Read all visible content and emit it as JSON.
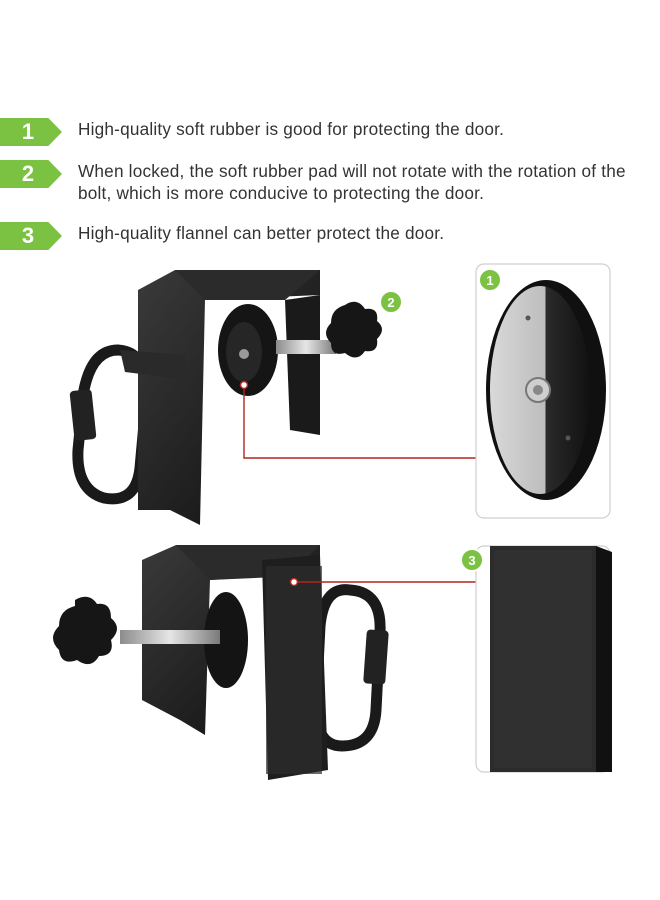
{
  "features": [
    {
      "number": "1",
      "text": "High-quality soft rubber is good for protecting the door."
    },
    {
      "number": "2",
      "text": "When locked, the soft rubber pad will not rotate with the rotation of the bolt, which is more conducive to protecting the door."
    },
    {
      "number": "3",
      "text": "High-quality flannel can better protect the door."
    }
  ],
  "callouts": {
    "knob": "2",
    "rubber_pad": "1",
    "flannel": "3"
  },
  "colors": {
    "accent_green": "#7cc242",
    "callout_red": "#b3261e",
    "text": "#333333"
  }
}
